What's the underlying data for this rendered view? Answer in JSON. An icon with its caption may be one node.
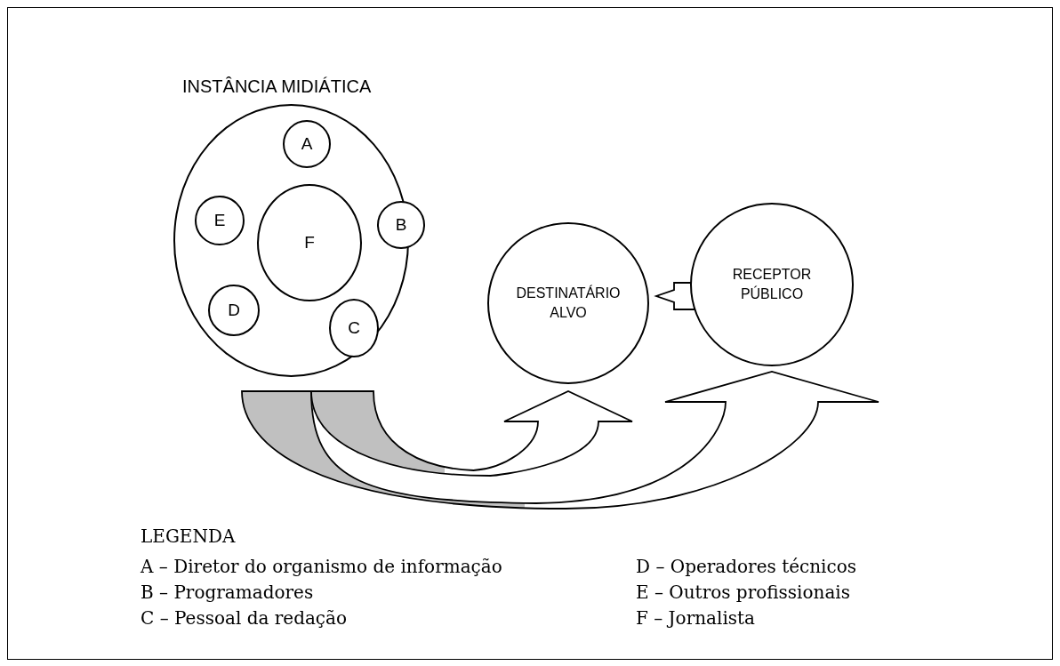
{
  "diagram": {
    "nodes": [
      {
        "text": [
          "INSTÂNCIA MIDIÁTICA"
        ]
      },
      {
        "text": [
          "A"
        ],
        "in": 0
      },
      {
        "text": [
          "E"
        ],
        "in": 0
      },
      {
        "text": [
          "F"
        ],
        "in": 0
      },
      {
        "text": [
          "B"
        ],
        "in": 0
      },
      {
        "text": [
          "D"
        ],
        "in": 0
      },
      {
        "text": [
          "C"
        ],
        "in": 0
      },
      {
        "text": [
          "DESTINATÁRIO ALVO"
        ]
      },
      {
        "text": [
          "RECEPTOR PÚBLICO"
        ]
      }
    ],
    "edges": [
      {
        "from": 8,
        "to": 7,
        "arrow": "to"
      },
      {
        "from": 0,
        "to": 7,
        "arrow": "to"
      },
      {
        "from": 0,
        "to": 8,
        "arrow": "to"
      }
    ],
    "labels": [
      "LEGENDA",
      "A – Diretor do organismo de informação",
      "B – Programadores",
      "C – Pessoal da redação",
      "D – Operadores técnicos",
      "E – Outros profissionais",
      "F – Jornalista"
    ]
  }
}
